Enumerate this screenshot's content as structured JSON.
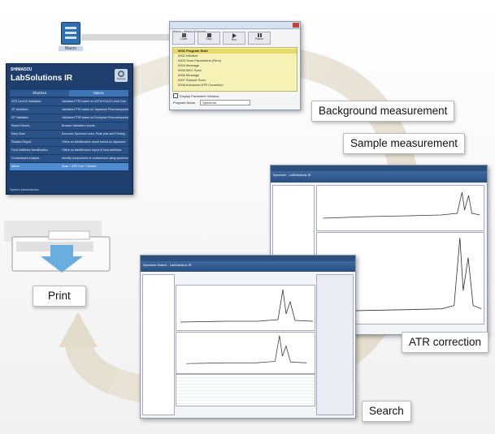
{
  "labels": {
    "background": "Background measurement",
    "sample": "Sample measurement",
    "atr": "ATR correction",
    "search": "Search",
    "print": "Print"
  },
  "macro_icon": {
    "label": "Macro"
  },
  "labsolutions": {
    "brand": "SHIMADZU",
    "title": "LabSolutions IR",
    "settings": "Settings",
    "tabs": [
      "Shortcut",
      "Macro"
    ],
    "rows": [
      [
        "ATR Level & Validation",
        "Validates FTIR based on ASTM E1421 Level One"
      ],
      [
        "JP Validation",
        "Validates FTIR based on Japanese Pharmacopoeia"
      ],
      [
        "EP Validation",
        "Validates FTIR based on European Pharmacopoeia"
      ],
      [
        "Report Viewer",
        "Browse Validation reports"
      ],
      [
        "Easy Scan",
        "Executes Spectrum scan, Peak pick and Printing"
      ],
      [
        "Plastics Report",
        "Offers an identification report based on Japanese"
      ],
      [
        "Food Additives Identification",
        "Offers an identification report of food additives"
      ],
      [
        "Contaminant Analysis",
        "Identify components of contaminant using spectrum"
      ],
      [
        "Macro",
        "Scan + ATR Corr + Search"
      ]
    ],
    "status": "System Administrator"
  },
  "macro_window": {
    "title": "Macro - Macro Execute",
    "toolbar": [
      "Close",
      "Stop",
      "Run",
      "Pause"
    ],
    "steps": [
      "0001  Program Start",
      "0002  Initialize",
      "0003  Scan Parameters (Rem)",
      "0004  Message",
      "0005  BKG Scan",
      "0006  Message",
      "0007  Sample Scan",
      "0008  Advanced ATR Correction"
    ],
    "display_param": "Display Parameter Window",
    "program_name_label": "Program Name",
    "program_name_value": "Spectrum"
  },
  "atr_window": {
    "title": "Spectrum - LabSolutions IR"
  },
  "search_window": {
    "title": "Spectrum Search - LabSolutions IR"
  },
  "colors": {
    "arrow": "#ebe6d8",
    "app_dark": "#1e3f6e",
    "macro_yellow": "#f6f2b6",
    "printer_arrow": "#6aaee0"
  }
}
